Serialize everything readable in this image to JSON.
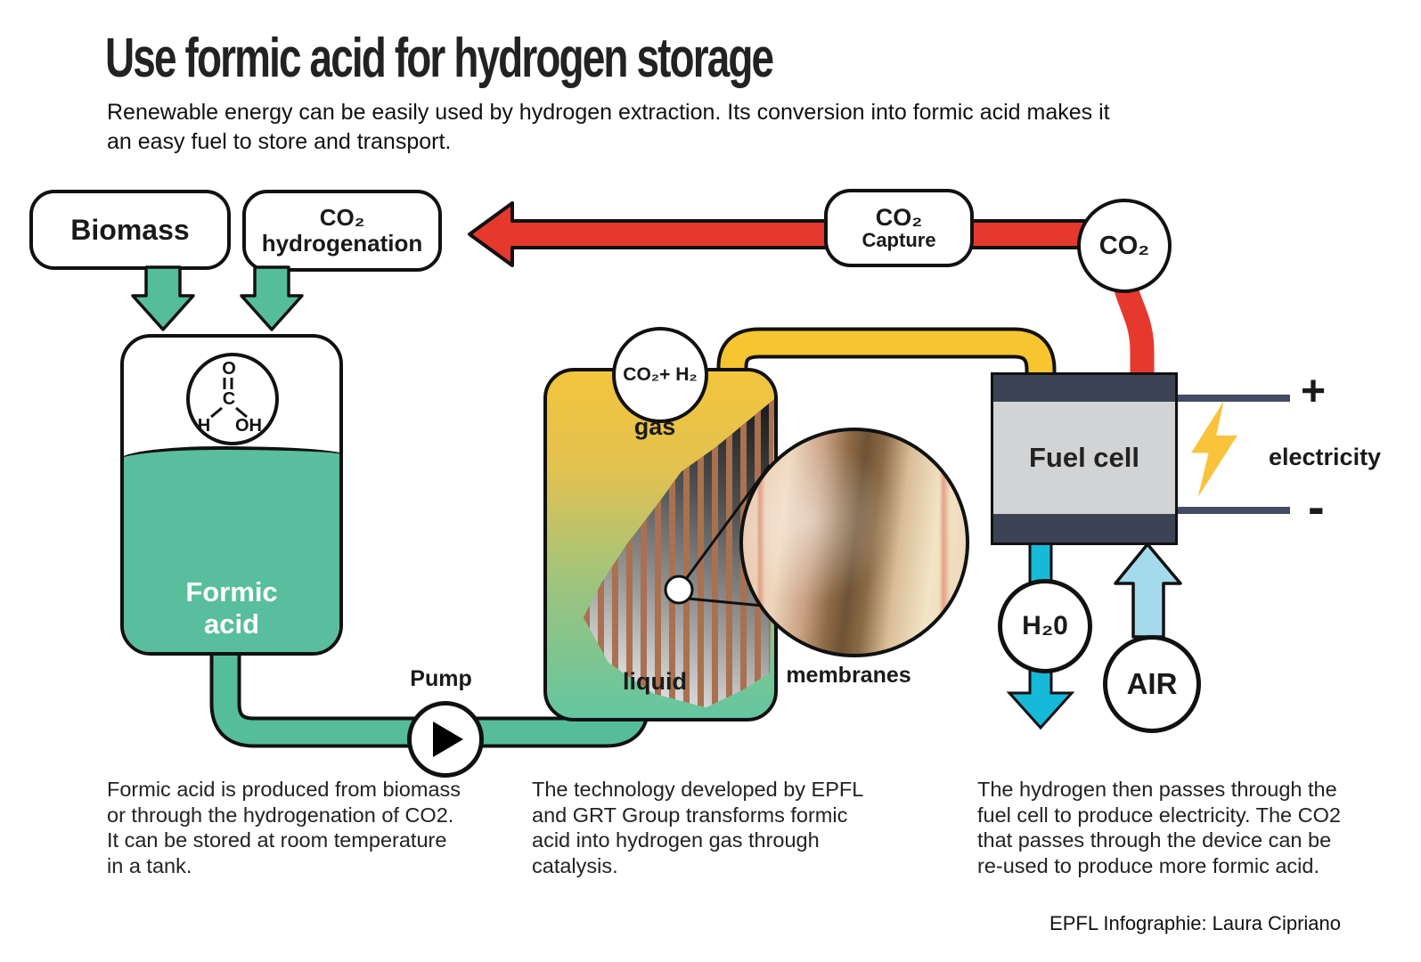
{
  "header": {
    "title": "Use formic acid for hydrogen storage",
    "subtitle": "Renewable energy can be easily used by hydrogen extraction. Its conversion into formic acid makes it an easy fuel to store and transport."
  },
  "diagram": {
    "biomass_label": "Biomass",
    "hydrogenation": {
      "line1": "CO₂",
      "line2": "hydrogenation"
    },
    "co2_capture": {
      "line1": "CO₂",
      "line2": "Capture"
    },
    "co2_circle_label": "CO₂",
    "tank": {
      "label_line1": "Formic",
      "label_line2": "acid",
      "molecule": {
        "top": "O",
        "center": "C",
        "left": "H",
        "right": "OH"
      }
    },
    "pump_label": "Pump",
    "reactor": {
      "gas_circle_label": "CO₂+ H₂",
      "gas_label": "gas",
      "liquid_label": "liquid",
      "membranes_label": "membranes"
    },
    "fuel_cell_label": "Fuel cell",
    "electricity_label": "electricity",
    "plus_label": "+",
    "minus_label": "-",
    "h2o_label": "H₂0",
    "air_label": "AIR"
  },
  "captions": {
    "col1": "Formic acid is produced from biomass or through the hydrogenation of CO2. It can be stored at room temperature in a tank.",
    "col2": "The technology developed by EPFL and GRT Group transforms formic acid into hydrogen gas through catalysis.",
    "col3": "The hydrogen then passes through the fuel cell to produce electricity. The CO2 that passes through the device can be re-used to produce more formic acid."
  },
  "credit": "EPFL Infographie: Laura Cipriano",
  "colors": {
    "green": "#55BD9A",
    "red": "#E6392E",
    "yellow": "#F6C52F",
    "reactor_top": "#F2C53C",
    "reactor_bottom": "#63C6A0",
    "fuel_cell_dark": "#3C4354",
    "fuel_cell_body": "#D2D3D4",
    "cyan": "#16B9D8",
    "light_blue": "#A5D9EC",
    "lightning": "#F9C33C",
    "wire": "#444C63",
    "membrane_stripe": "#A9714F"
  }
}
